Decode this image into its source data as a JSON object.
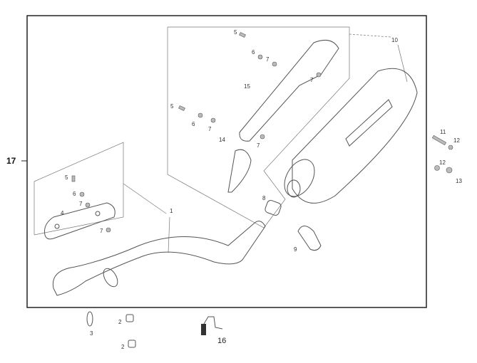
{
  "diagram": {
    "assembly_label": "17",
    "callouts": {
      "c5a": "5",
      "c6a": "6",
      "c7a": "7",
      "c10": "10",
      "c7b": "7",
      "c15": "15",
      "c5b": "5",
      "c6b": "6",
      "c7c": "7",
      "c14": "14",
      "c7d": "7",
      "c11": "11",
      "c12a": "12",
      "c12b": "12",
      "c13": "13",
      "c5c": "5",
      "c6c": "6",
      "c7e": "7",
      "c4": "4",
      "c7f": "7",
      "c1": "1",
      "c8": "8",
      "c9": "9",
      "c3": "3",
      "c2a": "2",
      "c2b": "2",
      "c16": "16"
    }
  }
}
